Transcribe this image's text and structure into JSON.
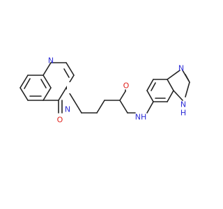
{
  "molecule": {
    "atoms": {
      "quinazoline_n1": "N",
      "quinazoline_n3": "N",
      "carbonyl_o_ring": "O",
      "amide_o": "O",
      "amide_nh": "NH",
      "imidazole_n": "N",
      "imidazole_nh_n": "N",
      "imidazole_nh_h": "H"
    },
    "colors": {
      "bond": "#222222",
      "nitrogen": "#2b2bd6",
      "oxygen": "#e0201b"
    }
  }
}
